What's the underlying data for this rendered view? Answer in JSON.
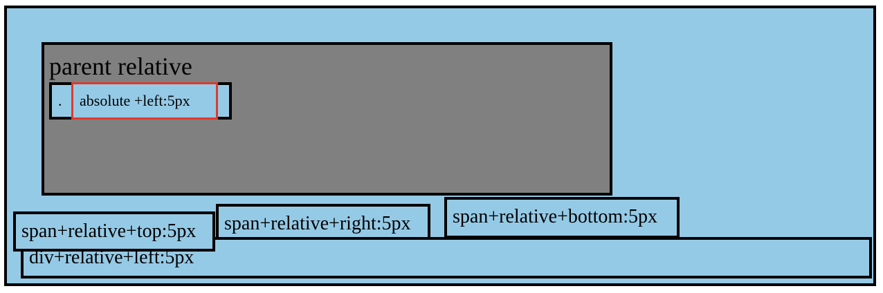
{
  "parent": {
    "title": "parent relative",
    "marker": ".",
    "absolute_label": "absolute +left:5px"
  },
  "boxes": {
    "span_top": "span+relative+top:5px",
    "span_right": "span+relative+right:5px",
    "span_bottom": "span+relative+bottom:5px",
    "div_left": "div+relative+left:5px"
  },
  "colors": {
    "background": "#95cae6",
    "parent_background": "#808080",
    "border": "#000000",
    "highlight_border": "#e0392c"
  }
}
